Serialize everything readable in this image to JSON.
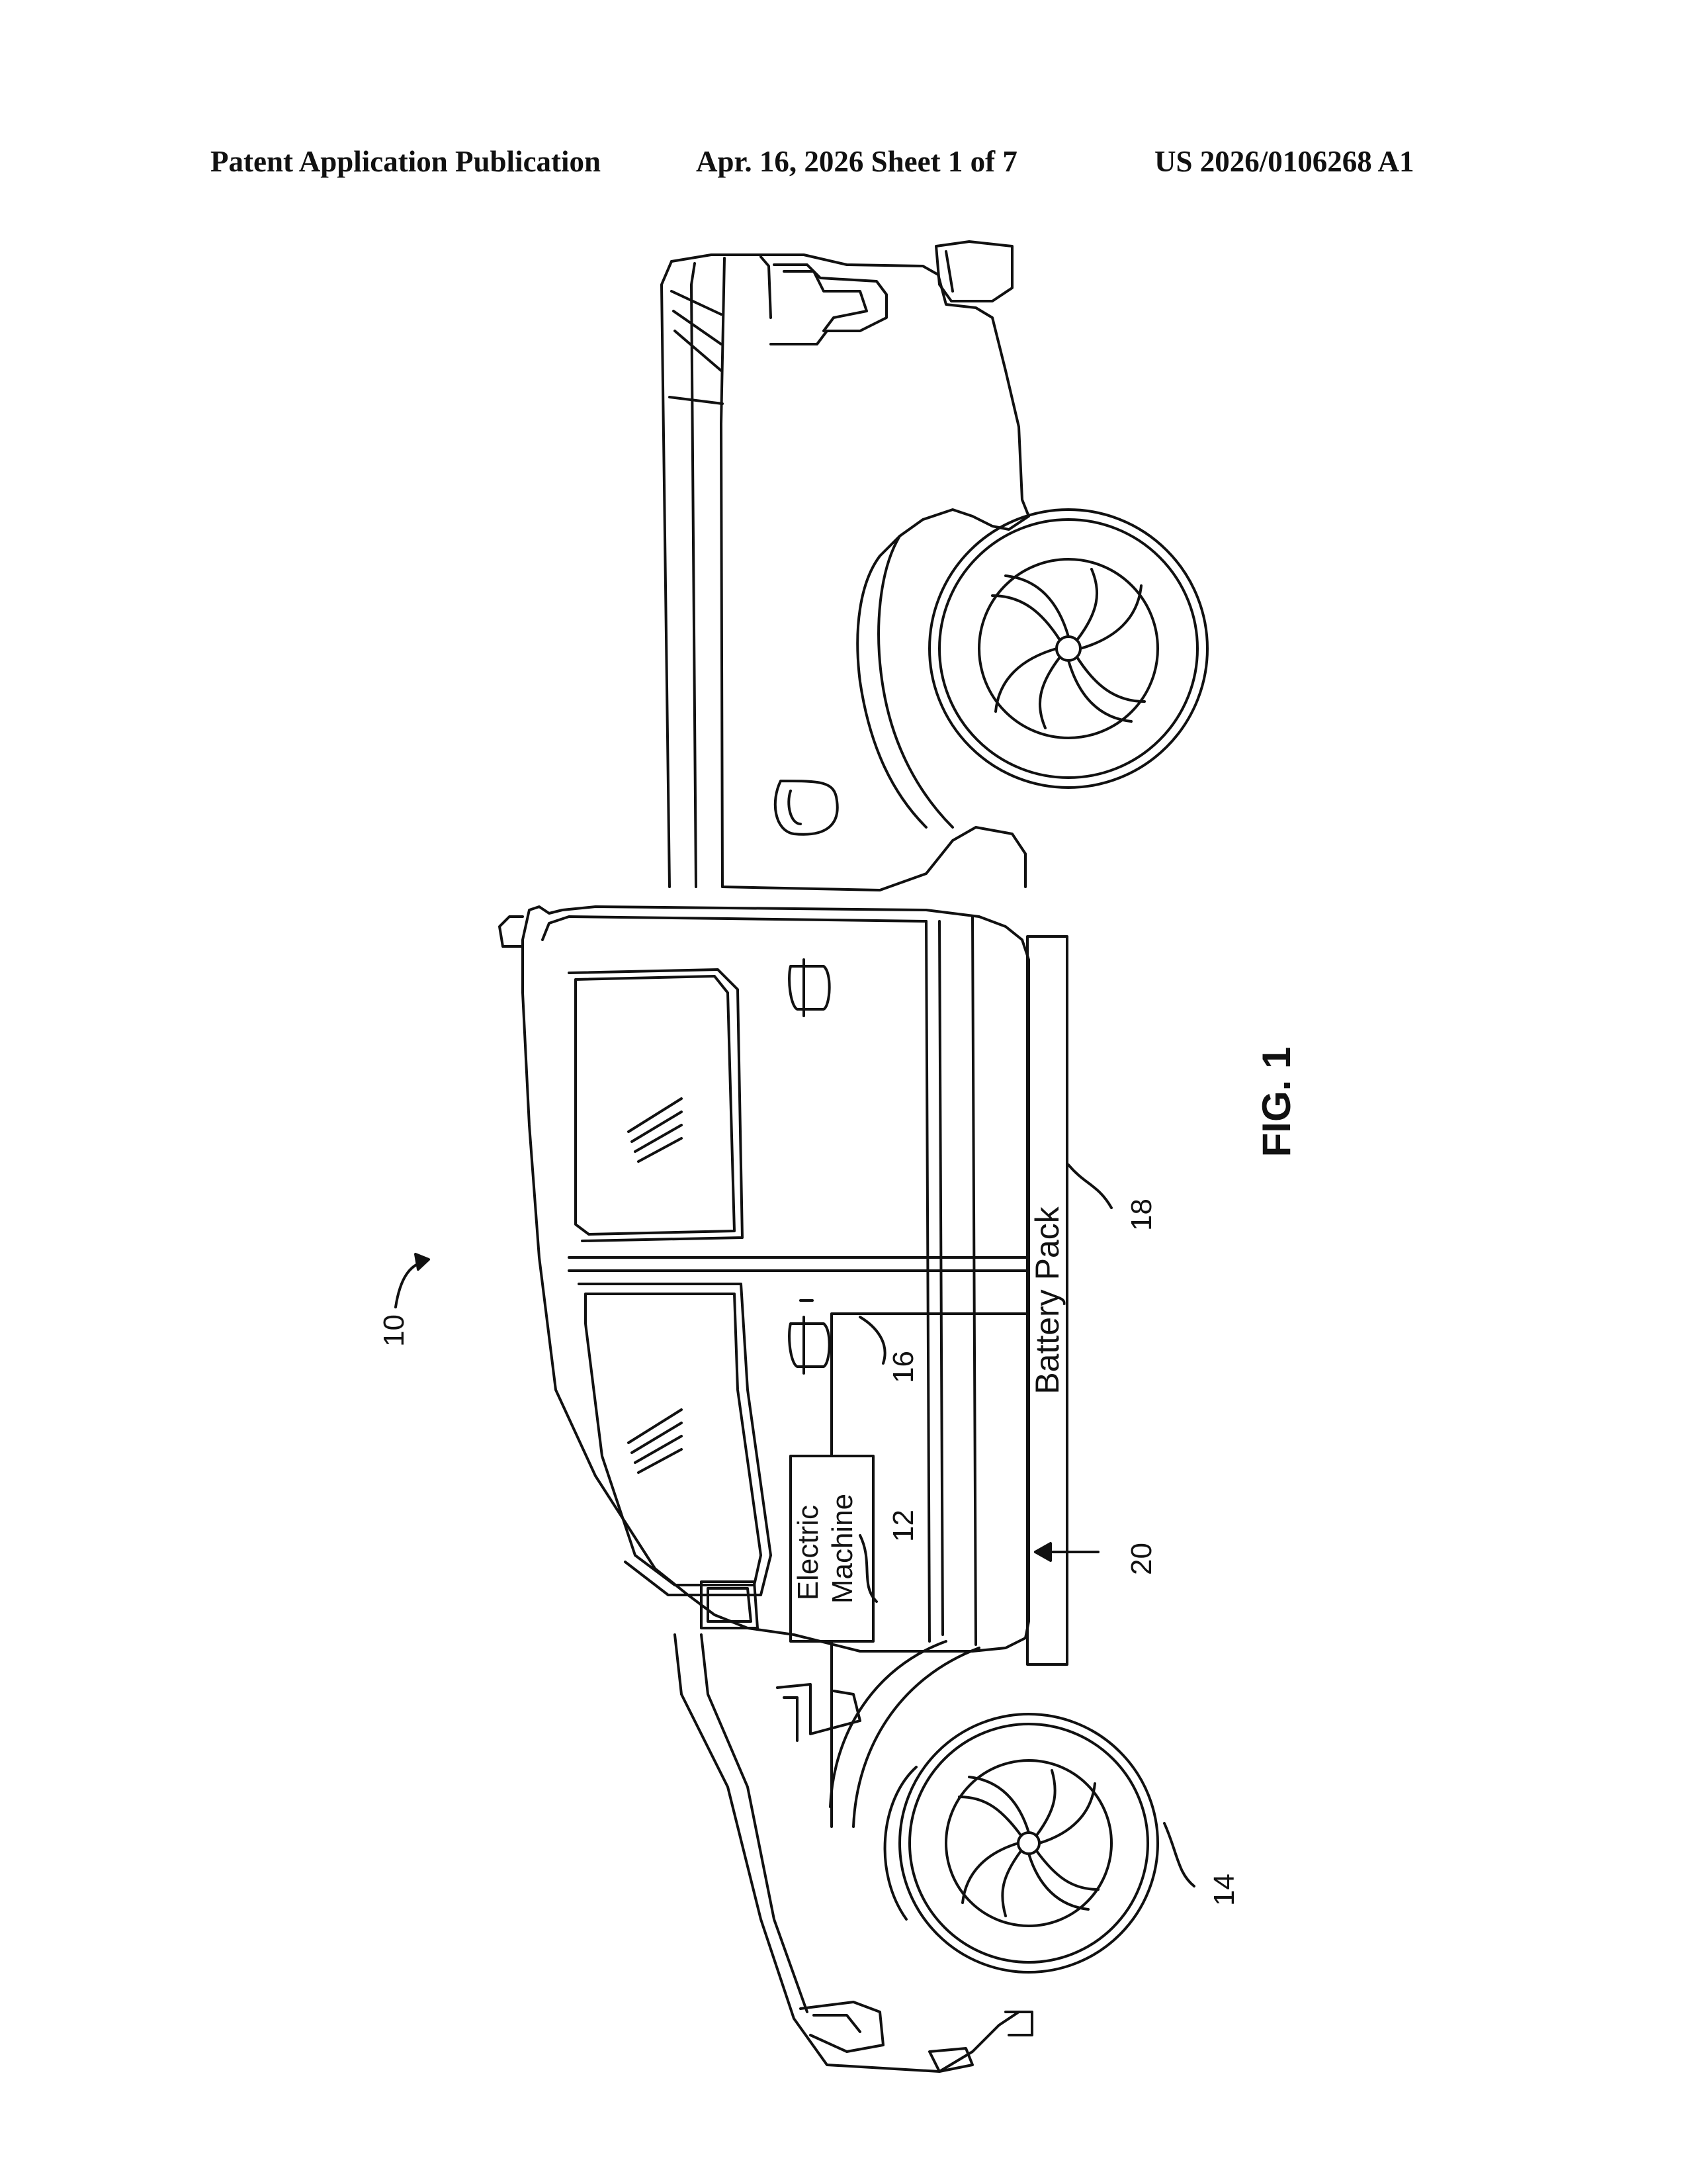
{
  "header": {
    "publication": "Patent Application Publication",
    "date_sheet": "Apr. 16, 2026  Sheet 1 of 7",
    "number": "US 2026/0106268 A1"
  },
  "figure": {
    "title": "FIG. 1",
    "labels": {
      "vehicle": "10",
      "electric_machine": "Electric\nMachine",
      "electric_machine_line1": "Electric",
      "electric_machine_line2": "Machine",
      "electric_machine_ref": "12",
      "wheel_ref": "14",
      "connection_ref": "16",
      "battery_pack": "Battery Pack",
      "battery_ref": "18",
      "battery_arrow_ref": "20"
    }
  }
}
